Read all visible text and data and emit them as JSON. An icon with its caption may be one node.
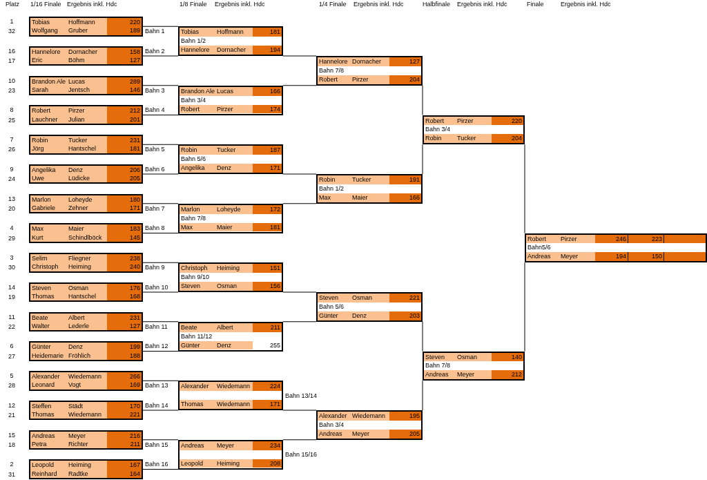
{
  "diagram": {
    "nodes": [
      {
        "text": [
          "Tobias",
          "Hoffmann",
          "220",
          "Wolfgang",
          "Gruber",
          "189"
        ],
        "beside": [
          "1",
          "32",
          "Bahn 1"
        ]
      },
      {
        "text": [
          "Hannelore",
          "Dornacher",
          "158",
          "Eric",
          "Böhm",
          "127"
        ],
        "beside": [
          "16",
          "17",
          "Bahn 2"
        ]
      },
      {
        "text": [
          "Brandon Ale",
          "Lucas",
          "289",
          "Sarah",
          "Jentsch",
          "146"
        ],
        "beside": [
          "10",
          "23",
          "Bahn 3"
        ]
      },
      {
        "text": [
          "Robert",
          "Pirzer",
          "212",
          "Lauchner",
          "Julian",
          "201"
        ],
        "beside": [
          "8",
          "25",
          "Bahn 4"
        ]
      },
      {
        "text": [
          "Robin",
          "Tucker",
          "231",
          "Jörg",
          "Hantschel",
          "181"
        ],
        "beside": [
          "7",
          "26",
          "Bahn 5"
        ]
      },
      {
        "text": [
          "Angelika",
          "Denz",
          "206",
          "Uwe",
          "Lüdicke",
          "205"
        ],
        "beside": [
          "9",
          "24",
          "Bahn 6"
        ]
      },
      {
        "text": [
          "Marlon",
          "Loheyde",
          "180",
          "Gabriele",
          "Zehner",
          "171"
        ],
        "beside": [
          "13",
          "20",
          "Bahn 7"
        ]
      },
      {
        "text": [
          "Max",
          "Maier",
          "183",
          "Kurt",
          "Schindlböck",
          "145"
        ],
        "beside": [
          "4",
          "29",
          "Bahn 8"
        ]
      },
      {
        "text": [
          "Selim",
          "Fliegner",
          "238",
          "Christoph",
          "Heiming",
          "240"
        ],
        "beside": [
          "3",
          "30",
          "Bahn 9"
        ]
      },
      {
        "text": [
          "Steven",
          "Osman",
          "176",
          "Thomas",
          "Hantschel",
          "168"
        ],
        "beside": [
          "14",
          "19",
          "Bahn 10"
        ]
      },
      {
        "text": [
          "Beate",
          "Albert",
          "231",
          "Walter",
          "Lederle",
          "127"
        ],
        "beside": [
          "11",
          "22",
          "Bahn 11"
        ]
      },
      {
        "text": [
          "Günter",
          "Denz",
          "199",
          "Heidemarie",
          "Fröhlich",
          "188"
        ],
        "beside": [
          "6",
          "27",
          "Bahn 12"
        ]
      },
      {
        "text": [
          "Alexander",
          "Wiedemann",
          "266",
          "Leonard",
          "Vogt",
          "169"
        ],
        "beside": [
          "5",
          "28",
          "Bahn 13"
        ]
      },
      {
        "text": [
          "Steffen",
          "Städt",
          "170",
          "Thomas",
          "Wiedemann",
          "221"
        ],
        "beside": [
          "12",
          "21",
          "Bahn 14"
        ]
      },
      {
        "text": [
          "Andreas",
          "Meyer",
          "216",
          "Petra",
          "Richter",
          "211"
        ],
        "beside": [
          "15",
          "18",
          "Bahn 15"
        ]
      },
      {
        "text": [
          "Leopold",
          "Heiming",
          "167",
          "Reinhard",
          "Radtke",
          "164"
        ],
        "beside": [
          "2",
          "31",
          "Bahn 16"
        ]
      },
      {
        "text": [
          "Tobias",
          "Hoffmann",
          "181",
          "Bahn 1/2",
          "Hannelore",
          "Dornacher",
          "194"
        ]
      },
      {
        "text": [
          "Brandon Ale",
          "Lucas",
          "166",
          "Bahn 3/4",
          "Robert",
          "Pirzer",
          "174"
        ]
      },
      {
        "text": [
          "Robin",
          "Tucker",
          "187",
          "Bahn 5/6",
          "Angelika",
          "Denz",
          "171"
        ]
      },
      {
        "text": [
          "Marlon",
          "Loheyde",
          "172",
          "Bahn 7/8",
          "Max",
          "Maier",
          "181"
        ]
      },
      {
        "text": [
          "Christoph",
          "Heiming",
          "151",
          "Bahn 9/10",
          "Steven",
          "Osman",
          "156"
        ]
      },
      {
        "text": [
          "Beate",
          "Albert",
          "211",
          "Bahn 11/12",
          "Günter",
          "Denz",
          "255"
        ]
      },
      {
        "text": [
          "Alexander",
          "Wiedemann",
          "224",
          "Thomas",
          "Wiedemann",
          "171"
        ],
        "beside": [
          "Bahn 13/14"
        ]
      },
      {
        "text": [
          "Andreas",
          "Meyer",
          "234",
          "Leopold",
          "Heiming",
          "208"
        ],
        "beside": [
          "Bahn 15/16"
        ]
      },
      {
        "text": [
          "Hannelore",
          "Dornacher",
          "127",
          "Bahn 7/8",
          "Robert",
          "Pirzer",
          "204"
        ]
      },
      {
        "text": [
          "Robin",
          "Tucker",
          "191",
          "Bahn 1/2",
          "Max",
          "Maier",
          "166"
        ]
      },
      {
        "text": [
          "Steven",
          "Osman",
          "221",
          "Bahn 5/6",
          "Günter",
          "Denz",
          "203"
        ]
      },
      {
        "text": [
          "Alexander",
          "Wiedemann",
          "195",
          "Bahn 3/4",
          "Andreas",
          "Meyer",
          "205"
        ]
      },
      {
        "text": [
          "Robert",
          "Pirzer",
          "220",
          "Bahn 3/4",
          "Robin",
          "Tucker",
          "204"
        ]
      },
      {
        "text": [
          "Steven",
          "Osman",
          "140",
          "Bahn 7/8",
          "Andreas",
          "Meyer",
          "212"
        ]
      },
      {
        "text": [
          "Robert",
          "Pirzer",
          "246",
          "223",
          "Bahn5/6",
          "Andreas",
          "Meyer",
          "194",
          "150"
        ]
      }
    ],
    "edges": [
      {
        "from": 0,
        "to": 16,
        "arrow": "none"
      },
      {
        "from": 1,
        "to": 16,
        "arrow": "none"
      },
      {
        "from": 2,
        "to": 17,
        "arrow": "none"
      },
      {
        "from": 3,
        "to": 17,
        "arrow": "none"
      },
      {
        "from": 4,
        "to": 18,
        "arrow": "none"
      },
      {
        "from": 5,
        "to": 18,
        "arrow": "none"
      },
      {
        "from": 6,
        "to": 19,
        "arrow": "none"
      },
      {
        "from": 7,
        "to": 19,
        "arrow": "none"
      },
      {
        "from": 8,
        "to": 20,
        "arrow": "none"
      },
      {
        "from": 9,
        "to": 20,
        "arrow": "none"
      },
      {
        "from": 10,
        "to": 21,
        "arrow": "none"
      },
      {
        "from": 11,
        "to": 21,
        "arrow": "none"
      },
      {
        "from": 12,
        "to": 22,
        "arrow": "none"
      },
      {
        "from": 13,
        "to": 22,
        "arrow": "none"
      },
      {
        "from": 14,
        "to": 23,
        "arrow": "none"
      },
      {
        "from": 15,
        "to": 23,
        "arrow": "none"
      },
      {
        "from": 16,
        "to": 24,
        "arrow": "none"
      },
      {
        "from": 17,
        "to": 24,
        "arrow": "none"
      },
      {
        "from": 18,
        "to": 25,
        "arrow": "none"
      },
      {
        "from": 19,
        "to": 25,
        "arrow": "none"
      },
      {
        "from": 20,
        "to": 26,
        "arrow": "none"
      },
      {
        "from": 21,
        "to": 26,
        "arrow": "none"
      },
      {
        "from": 22,
        "to": 27,
        "arrow": "none"
      },
      {
        "from": 23,
        "to": 27,
        "arrow": "none"
      },
      {
        "from": 24,
        "to": 28,
        "arrow": "none"
      },
      {
        "from": 25,
        "to": 28,
        "arrow": "none"
      },
      {
        "from": 26,
        "to": 29,
        "arrow": "none"
      },
      {
        "from": 27,
        "to": 29,
        "arrow": "none"
      },
      {
        "from": 28,
        "to": 30,
        "arrow": "none"
      },
      {
        "from": 29,
        "to": 30,
        "arrow": "none"
      }
    ],
    "labels": [
      "Platz",
      "1/16 Finale",
      "Ergebnis inkl. Hdc",
      "1/8 Finale",
      "Ergebnis inkl. Hdc",
      "1/4 Finale",
      "Ergebnis inkl. Hdc",
      "Halbfinale",
      "Ergebnis inkl. Hdc",
      "Finale",
      "Ergebnis inkl. Hdc"
    ]
  }
}
